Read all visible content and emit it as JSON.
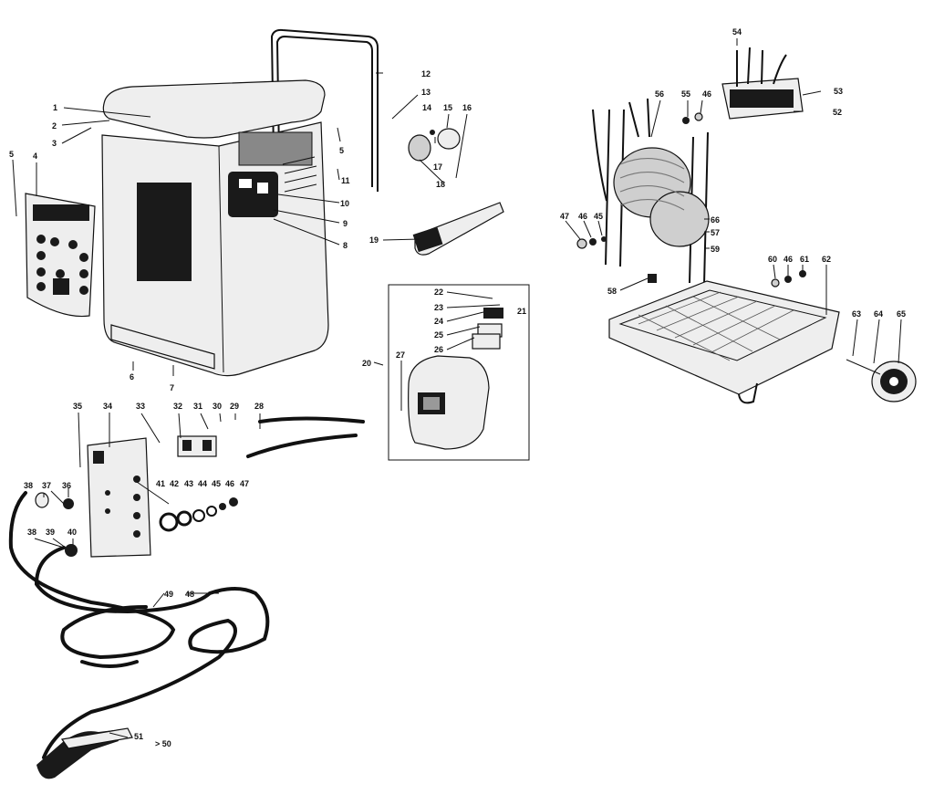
{
  "diagram": {
    "callouts": [
      {
        "id": "c1",
        "text": "1"
      },
      {
        "id": "c2",
        "text": "2"
      },
      {
        "id": "c3",
        "text": "3"
      },
      {
        "id": "c4",
        "text": "4"
      },
      {
        "id": "c5a",
        "text": "5"
      },
      {
        "id": "c5b",
        "text": "5"
      },
      {
        "id": "c6",
        "text": "6"
      },
      {
        "id": "c7",
        "text": "7"
      },
      {
        "id": "c8",
        "text": "8"
      },
      {
        "id": "c9",
        "text": "9"
      },
      {
        "id": "c10",
        "text": "10"
      },
      {
        "id": "c11",
        "text": "11"
      },
      {
        "id": "c12",
        "text": "12"
      },
      {
        "id": "c13",
        "text": "13"
      },
      {
        "id": "c14",
        "text": "14"
      },
      {
        "id": "c15",
        "text": "15"
      },
      {
        "id": "c16",
        "text": "16"
      },
      {
        "id": "c17",
        "text": "17"
      },
      {
        "id": "c18",
        "text": "18"
      },
      {
        "id": "c19",
        "text": "19"
      },
      {
        "id": "c20",
        "text": "20"
      },
      {
        "id": "c21",
        "text": "21"
      },
      {
        "id": "c22",
        "text": "22"
      },
      {
        "id": "c23",
        "text": "23"
      },
      {
        "id": "c24",
        "text": "24"
      },
      {
        "id": "c25",
        "text": "25"
      },
      {
        "id": "c26",
        "text": "26"
      },
      {
        "id": "c27",
        "text": "27"
      },
      {
        "id": "c28",
        "text": "28"
      },
      {
        "id": "c29",
        "text": "29"
      },
      {
        "id": "c30",
        "text": "30"
      },
      {
        "id": "c31",
        "text": "31"
      },
      {
        "id": "c32",
        "text": "32"
      },
      {
        "id": "c33",
        "text": "33"
      },
      {
        "id": "c34",
        "text": "34"
      },
      {
        "id": "c35",
        "text": "35"
      },
      {
        "id": "c36",
        "text": "36"
      },
      {
        "id": "c37",
        "text": "37"
      },
      {
        "id": "c38a",
        "text": "38"
      },
      {
        "id": "c38b",
        "text": "38"
      },
      {
        "id": "c39",
        "text": "39"
      },
      {
        "id": "c40",
        "text": "40"
      },
      {
        "id": "c41",
        "text": "41"
      },
      {
        "id": "c42",
        "text": "42"
      },
      {
        "id": "c43",
        "text": "43"
      },
      {
        "id": "c44",
        "text": "44"
      },
      {
        "id": "c45a",
        "text": "45"
      },
      {
        "id": "c46a",
        "text": "46"
      },
      {
        "id": "c47a",
        "text": "47"
      },
      {
        "id": "c48",
        "text": "48"
      },
      {
        "id": "c49",
        "text": "49"
      },
      {
        "id": "c50",
        "text": "> 50"
      },
      {
        "id": "c51",
        "text": "51"
      },
      {
        "id": "c52",
        "text": "52"
      },
      {
        "id": "c53",
        "text": "53"
      },
      {
        "id": "c54",
        "text": "54"
      },
      {
        "id": "c55",
        "text": "55"
      },
      {
        "id": "c46b",
        "text": "46"
      },
      {
        "id": "c56",
        "text": "56"
      },
      {
        "id": "c47b",
        "text": "47"
      },
      {
        "id": "c46c",
        "text": "46"
      },
      {
        "id": "c45b",
        "text": "45"
      },
      {
        "id": "c66",
        "text": "66"
      },
      {
        "id": "c57",
        "text": "57"
      },
      {
        "id": "c59",
        "text": "59"
      },
      {
        "id": "c58",
        "text": "58"
      },
      {
        "id": "c60",
        "text": "60"
      },
      {
        "id": "c46d",
        "text": "46"
      },
      {
        "id": "c61",
        "text": "61"
      },
      {
        "id": "c62",
        "text": "62"
      },
      {
        "id": "c63",
        "text": "63"
      },
      {
        "id": "c64",
        "text": "64"
      },
      {
        "id": "c65",
        "text": "65"
      }
    ]
  }
}
